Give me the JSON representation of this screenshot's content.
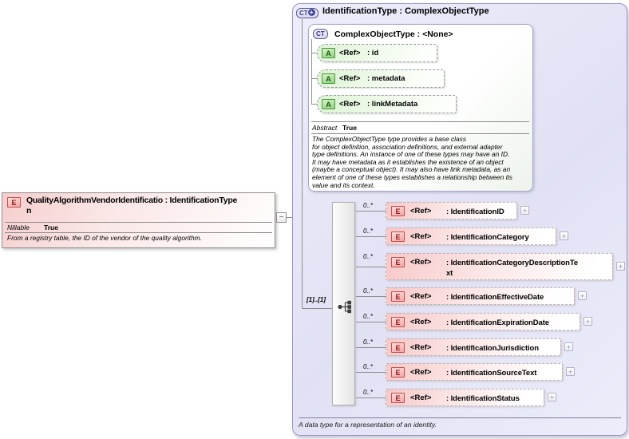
{
  "icons": {
    "collapse": "−",
    "expand": "+"
  },
  "colors": {
    "panel_lavender": "#e3e3f5",
    "element_pink": "#f7c8c8",
    "attribute_green": "#dcf4d4",
    "badge_element_border": "#bf5050",
    "badge_attribute_border": "#4f9140",
    "badge_type_border": "#5a5a90",
    "line_gray": "#8f8f8f"
  },
  "source_element": {
    "badge": "E",
    "title": "QualityAlgorithmVendorIdentificatio : IdentificationType\nn",
    "nillable_label": "Nillable",
    "nillable_value": "True",
    "annotation": "From a registry table, the ID of the vendor of the quality algorithm."
  },
  "connector": {
    "cardinality": "[1]..[1]"
  },
  "type_panel": {
    "badge": "CT",
    "title": "IdentificationType : ComplexObjectType",
    "footer": "A data type for a representation of an identity.",
    "base_type": {
      "badge": "CT",
      "title": "ComplexObjectType : <None>",
      "abstract_label": "Abstract",
      "abstract_value": "True",
      "annotation": "The ComplexObjectType type provides a base class\nfor object definition, association definitions, and external adapter\ntype definitions. An instance of one of these types may have an ID.\nIt may have metadata as it establishes the existence of an object\n(maybe a conceptual object). It may also have link metadata, as an\nelement of one of these types establishes a relationship between its\nvalue and its context.",
      "attributes": [
        {
          "badge": "A",
          "ref": "<Ref>",
          "name": ": id"
        },
        {
          "badge": "A",
          "ref": "<Ref>",
          "name": ": metadata"
        },
        {
          "badge": "A",
          "ref": "<Ref>",
          "name": ": linkMetadata"
        }
      ]
    },
    "elements": [
      {
        "cardinality": "0..*",
        "badge": "E",
        "ref": "<Ref>",
        "name": ": IdentificationID"
      },
      {
        "cardinality": "0..*",
        "badge": "E",
        "ref": "<Ref>",
        "name": ": IdentificationCategory"
      },
      {
        "cardinality": "0..*",
        "badge": "E",
        "ref": "<Ref>",
        "name": ": IdentificationCategoryDescriptionTe\nxt"
      },
      {
        "cardinality": "0..*",
        "badge": "E",
        "ref": "<Ref>",
        "name": ": IdentificationEffectiveDate"
      },
      {
        "cardinality": "0..*",
        "badge": "E",
        "ref": "<Ref>",
        "name": ": IdentificationExpirationDate"
      },
      {
        "cardinality": "0..*",
        "badge": "E",
        "ref": "<Ref>",
        "name": ": IdentificationJurisdiction"
      },
      {
        "cardinality": "0..*",
        "badge": "E",
        "ref": "<Ref>",
        "name": ": IdentificationSourceText"
      },
      {
        "cardinality": "0..*",
        "badge": "E",
        "ref": "<Ref>",
        "name": ": IdentificationStatus"
      }
    ]
  }
}
